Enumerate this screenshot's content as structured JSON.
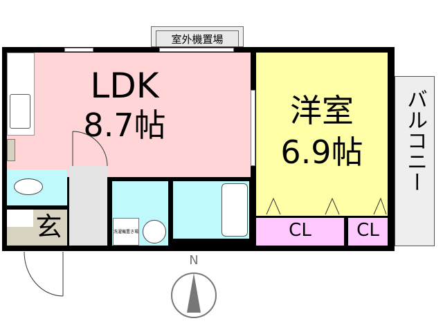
{
  "rooms": {
    "ldk": {
      "name": "LDK",
      "size": "8.7帖",
      "color": "#ffd5d8"
    },
    "western": {
      "name": "洋室",
      "size": "6.9帖",
      "color": "#ffffa8"
    },
    "closet1": {
      "name": "CL",
      "color": "#ffc8ff"
    },
    "closet2": {
      "name": "CL",
      "color": "#ffc8ff"
    },
    "entrance": {
      "name": "玄",
      "color": "#d8d2c0"
    },
    "balcony": {
      "name": "バルコニー"
    },
    "outdoor_unit": {
      "name": "室外機置場"
    },
    "washer": {
      "name": "洗濯機置き場"
    },
    "wet_color": "#bff9fb"
  },
  "compass": {
    "label": "N"
  }
}
